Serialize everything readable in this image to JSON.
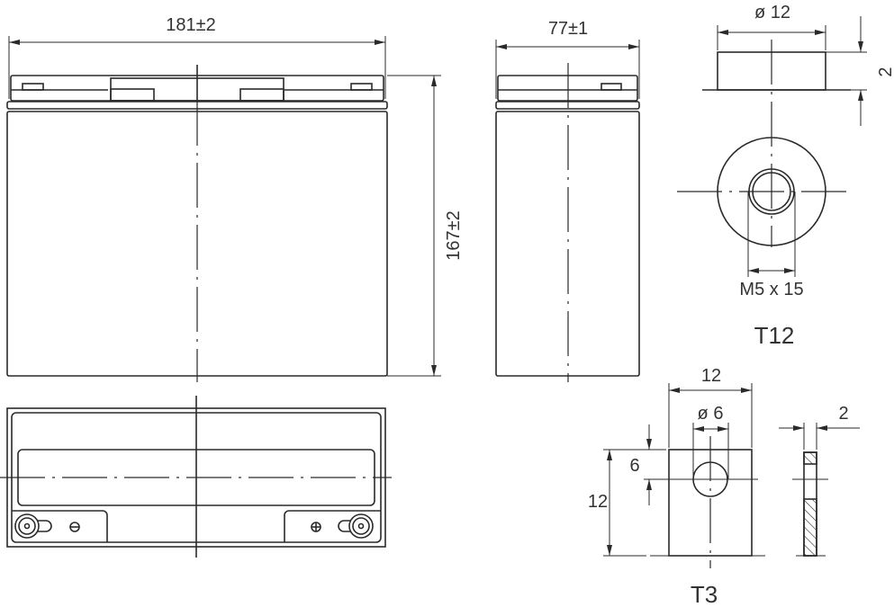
{
  "front_view": {
    "width_dim": "181±2",
    "height_dim": "167±2"
  },
  "side_view": {
    "depth_dim": "77±1"
  },
  "terminal_t12": {
    "name": "T12",
    "diameter_dim": "ø 12",
    "height_dim": "2",
    "thread_dim": "M5 x 15"
  },
  "terminal_t3": {
    "name": "T3",
    "width_dim": "12",
    "hole_dim": "ø 6",
    "hole_offset_dim": "6",
    "height_dim": "12",
    "thickness_dim": "2"
  },
  "top_view": {
    "negative_symbol": "minus-icon",
    "positive_symbol": "plus-icon"
  },
  "colors": {
    "line": "#2a2a2a",
    "background": "#ffffff"
  }
}
